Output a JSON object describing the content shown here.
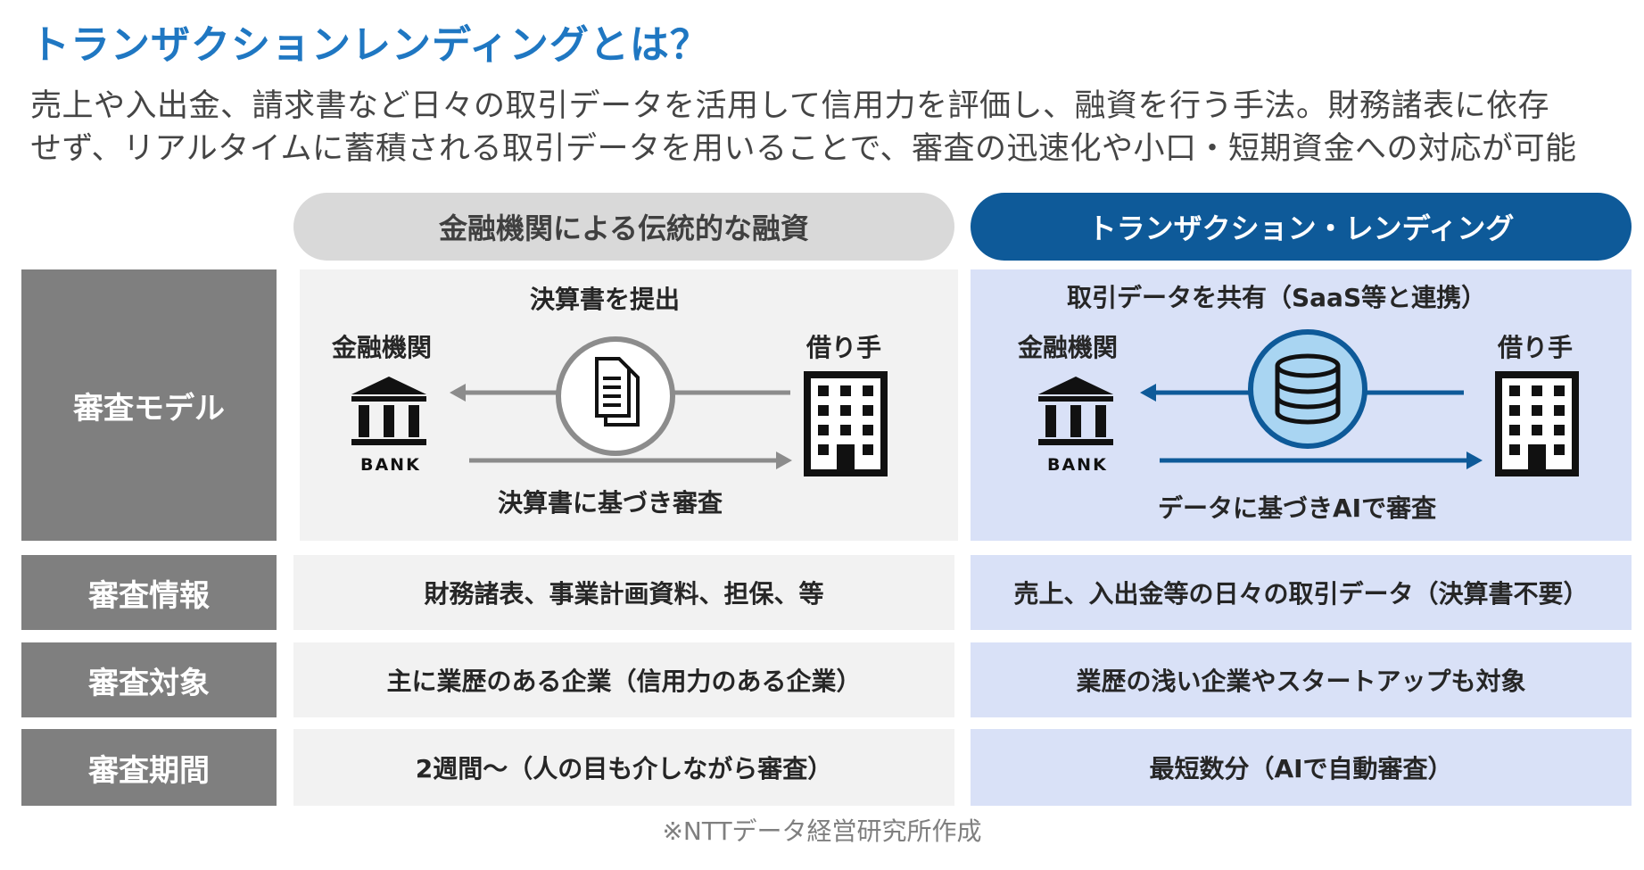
{
  "title": "トランザクションレンディングとは？",
  "subtitle_line1": "売上や入出金、請求書など日々の取引データを活用して信用力を評価し、融資を行う手法。財務諸表に依存",
  "subtitle_line2": "せず、リアルタイムに蓄積される取引データを用いることで、審査の迅速化や小口・短期資金への対応が可能",
  "columns": {
    "traditional": "金融機関による伝統的な融資",
    "transaction_lending": "トランザクション・レンディング"
  },
  "rows": [
    {
      "label": "審査モデル"
    },
    {
      "label": "審査情報",
      "traditional": "財務諸表、事業計画資料、担保、等",
      "transaction_lending": "売上、入出金等の日々の取引データ（決算書不要）"
    },
    {
      "label": "審査対象",
      "traditional": "主に業歴のある企業（信用力のある企業）",
      "transaction_lending": "業歴の浅い企業やスタートアップも対象"
    },
    {
      "label": "審査期間",
      "traditional": "2週間～（人の目も介しながら審査）",
      "transaction_lending": "最短数分（AIで自動審査）"
    }
  ],
  "model": {
    "traditional": {
      "top_label": "決算書を提出",
      "left_party": "金融機関",
      "right_party": "借り手",
      "bank_text": "BANK",
      "bottom_label": "決算書に基づき審査",
      "center_icon": "document-icon",
      "arrow_color": "#8c8c8c"
    },
    "transaction_lending": {
      "top_label": "取引データを共有（SaaS等と連携）",
      "left_party": "金融機関",
      "right_party": "借り手",
      "bank_text": "BANK",
      "bottom_label": "データに基づきAIで審査",
      "center_icon": "database-icon",
      "arrow_color": "#0e5a99"
    }
  },
  "footnote": "※NTTデータ経営研究所作成",
  "colors": {
    "title": "#1f77c2",
    "header_dark": "#0e5a99",
    "header_light": "#d9d9d9",
    "row_label": "#7f7f7f",
    "cell_gray": "#f2f2f2",
    "cell_blue": "#d9e1f7"
  }
}
